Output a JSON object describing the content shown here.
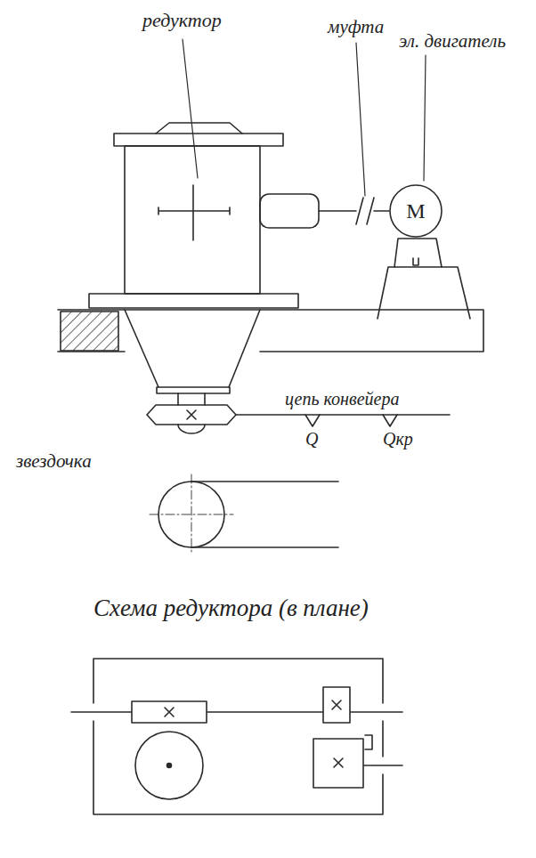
{
  "diagram": {
    "nodes": [
      {
        "text": [
          "М"
        ]
      }
    ],
    "labels": [
      "редуктор",
      "муфта",
      "эл. двигатель",
      "цепь конвейера",
      "Q",
      "Qкр",
      "звездочка",
      "Схема редуктора (в плане)"
    ]
  }
}
